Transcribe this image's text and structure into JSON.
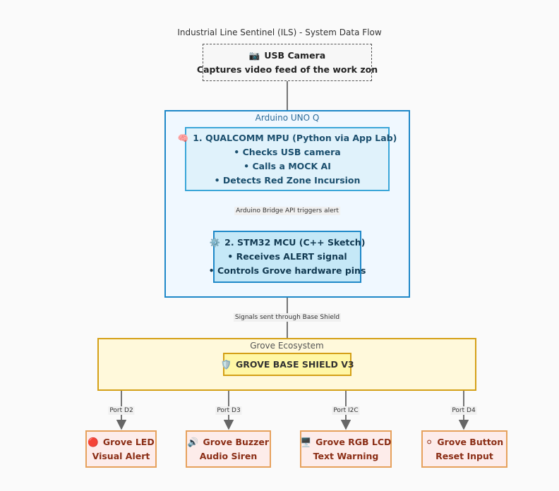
{
  "title": "Industrial Line Sentinel (ILS) - System Data Flow",
  "clusters": {
    "uno": {
      "label": "Arduino UNO Q",
      "fill": "#f0f8ff",
      "stroke": "#1e88c8",
      "text": "#2a6b99"
    },
    "grove": {
      "label": "Grove Ecosystem",
      "fill": "#fff9db",
      "stroke": "#d4a017",
      "text": "#555555"
    }
  },
  "nodes": {
    "camera": {
      "icon": "camera-icon",
      "glyph": "📷",
      "lines": [
        "USB Camera",
        "Captures video feed of the work zon"
      ],
      "fill": "#f7f7f7",
      "stroke": "#555555",
      "text": "#222222"
    },
    "mpu": {
      "icon": "brain-icon",
      "glyph": "🧠",
      "lines": [
        "1. QUALCOMM MPU (Python via App Lab)",
        "• Checks USB camera",
        "• Calls a MOCK AI",
        "• Detects Red Zone Incursion"
      ],
      "fill": "#e0f2fb",
      "stroke": "#3aa6d8",
      "text": "#1b4f6e"
    },
    "mcu": {
      "icon": "gear-icon",
      "glyph": "⚙️",
      "lines": [
        "2. STM32 MCU (C++ Sketch)",
        "• Receives ALERT signal",
        "• Controls Grove hardware pins"
      ],
      "fill": "#c5e8f7",
      "stroke": "#1e88c8",
      "text": "#123a52"
    },
    "shield": {
      "icon": "shield-icon",
      "glyph": "🛡️",
      "lines": [
        "GROVE BASE SHIELD V3"
      ],
      "fill": "#fff7a6",
      "stroke": "#d4a017",
      "text": "#333333"
    },
    "led": {
      "icon": "red-circle-icon",
      "glyph": "🔴",
      "lines": [
        "Grove LED",
        "Visual Alert"
      ],
      "fill": "#fdecea",
      "stroke": "#e6a15c",
      "text": "#8b2e16"
    },
    "buzzer": {
      "icon": "speaker-icon",
      "glyph": "🔊",
      "lines": [
        "Grove Buzzer",
        "Audio Siren"
      ],
      "fill": "#fdecea",
      "stroke": "#e6a15c",
      "text": "#8b2e16"
    },
    "lcd": {
      "icon": "monitor-icon",
      "glyph": "🖥️",
      "lines": [
        "Grove RGB LCD",
        "Text Warning"
      ],
      "fill": "#fdecea",
      "stroke": "#e6a15c",
      "text": "#8b2e16"
    },
    "button": {
      "icon": "button-icon",
      "glyph": "⚪",
      "lines": [
        "Grove Button",
        "Reset Input"
      ],
      "fill": "#fdecea",
      "stroke": "#e6a15c",
      "text": "#8b2e16"
    }
  },
  "edges": {
    "cam_mpu": {
      "label": ""
    },
    "mpu_mcu": {
      "label": "Arduino Bridge API triggers alert"
    },
    "mcu_shield": {
      "label": "Signals sent through Base Shield"
    },
    "shield_led": {
      "label": "Port D2"
    },
    "shield_buzzer": {
      "label": "Port D3"
    },
    "shield_lcd": {
      "label": "Port I2C"
    },
    "shield_button": {
      "label": "Port D4"
    }
  },
  "edge_color": "#666666"
}
